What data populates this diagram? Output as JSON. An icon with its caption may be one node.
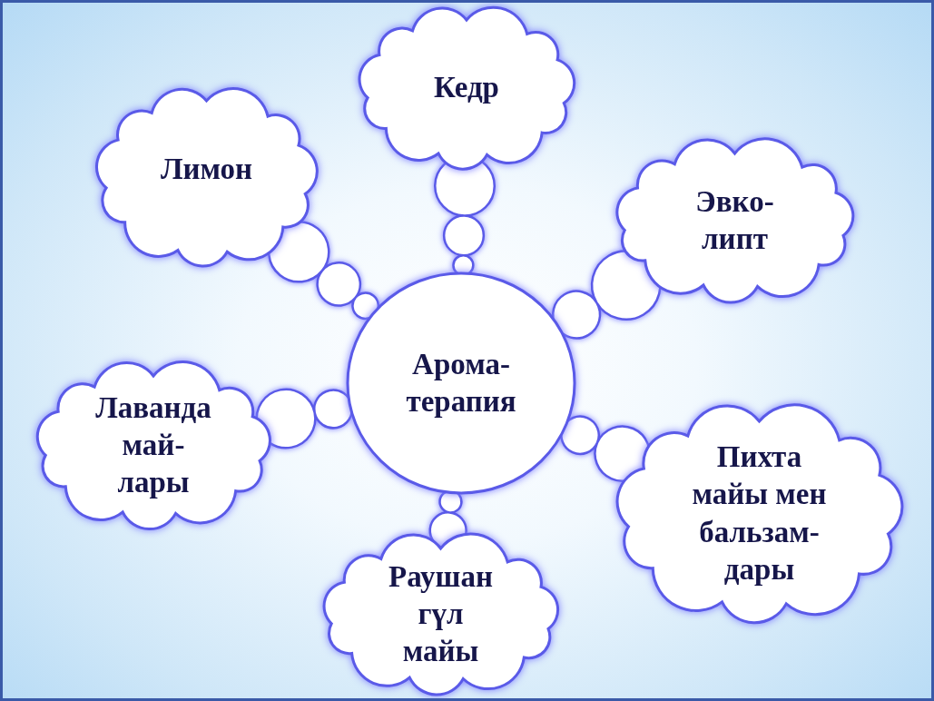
{
  "diagram": {
    "nodes": [
      {
        "text": [
          "Арома- терапия"
        ]
      },
      {
        "text": [
          "Лимон"
        ]
      },
      {
        "text": [
          "Кедр"
        ]
      },
      {
        "text": [
          "Эвко- липт"
        ]
      },
      {
        "text": [
          "Лаванда май- лары"
        ]
      },
      {
        "text": [
          "Пихта майы мен бальзам- дары"
        ]
      },
      {
        "text": [
          "Раушан гүл майы"
        ]
      }
    ],
    "edges": [
      {
        "from": 1,
        "to": 0,
        "arrow": "none"
      },
      {
        "from": 2,
        "to": 0,
        "arrow": "none"
      },
      {
        "from": 3,
        "to": 0,
        "arrow": "none"
      },
      {
        "from": 4,
        "to": 0,
        "arrow": "none"
      },
      {
        "from": 5,
        "to": 0,
        "arrow": "none"
      },
      {
        "from": 6,
        "to": 0,
        "arrow": "none"
      }
    ]
  }
}
